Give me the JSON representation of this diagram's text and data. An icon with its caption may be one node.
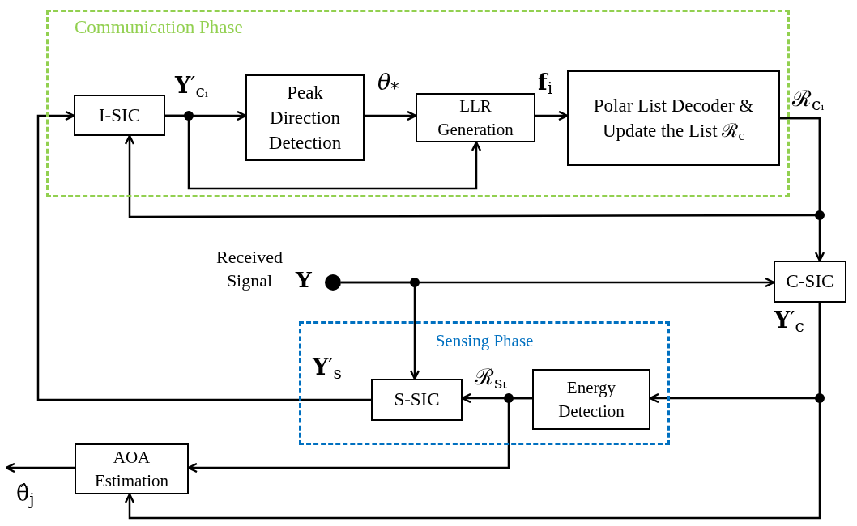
{
  "diagram": {
    "nodes": [
      {
        "text": [
          "Communication Phase"
        ]
      },
      {
        "text": [
          "I-SIC"
        ],
        "in": 0
      },
      {
        "text": [
          "Peak Direction Detection"
        ],
        "in": 0
      },
      {
        "text": [
          "LLR Generation"
        ],
        "in": 0
      },
      {
        "text": [
          "Polar List Decoder & Update the List ℛ$_{c}$"
        ],
        "in": 0
      },
      {
        "text": [],
        "shape": "circle",
        "beside": [
          "Received Signal",
          "Y"
        ]
      },
      {
        "text": [
          "C-SIC"
        ]
      },
      {
        "text": [
          "Sensing Phase"
        ]
      },
      {
        "text": [
          "S-SIC"
        ],
        "in": 7
      },
      {
        "text": [
          "Energy Detection"
        ],
        "in": 7
      },
      {
        "text": [
          "AOA Estimation"
        ]
      }
    ],
    "edges": [
      {
        "from": 1,
        "to": 2,
        "arrow": "to",
        "label": "**Y**′$_{cᵢ}$"
      },
      {
        "from": 1,
        "to": 3,
        "arrow": "to"
      },
      {
        "from": 2,
        "to": 3,
        "arrow": "to",
        "label": "*θ*$_{*}$"
      },
      {
        "from": 3,
        "to": 4,
        "arrow": "to",
        "label": "**f**$_{i}$"
      },
      {
        "from": 4,
        "to": 6,
        "arrow": "to",
        "label": "ℛ$_{cᵢ}$"
      },
      {
        "from": 4,
        "to": 1,
        "arrow": "to"
      },
      {
        "from": 5,
        "to": 6,
        "arrow": "to"
      },
      {
        "from": 5,
        "to": 8,
        "arrow": "to"
      },
      {
        "from": 6,
        "to": 9,
        "arrow": "to",
        "label": "**Y**′$_{c}$"
      },
      {
        "from": 6,
        "to": 10,
        "arrow": "to"
      },
      {
        "from": 9,
        "to": 8,
        "arrow": "to",
        "label": "ℛ$_{sₜ}$"
      },
      {
        "from": 9,
        "to": 10,
        "arrow": "to"
      },
      {
        "from": 8,
        "to": 1,
        "arrow": "to",
        "label": "**Y**′$_{s}$"
      },
      {
        "from": 10,
        "to": null,
        "arrow": "to",
        "label": "θ̂$_{j}$"
      }
    ]
  }
}
